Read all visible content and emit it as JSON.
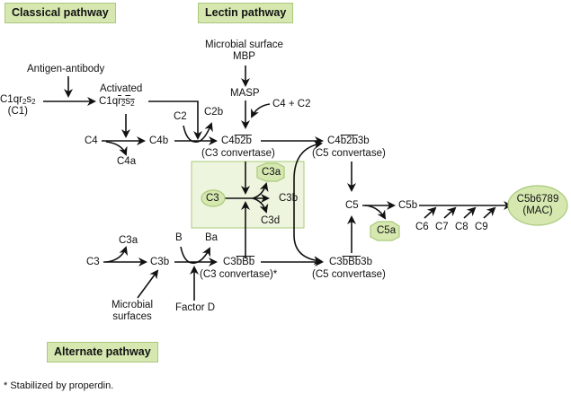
{
  "titles": {
    "classical": "Classical pathway",
    "lectin": "Lectin pathway",
    "alternate": "Alternate pathway"
  },
  "classical": {
    "antigen_antibody": "Antigen-antibody",
    "c1_main": "C1qr",
    "c1_sub1": "2",
    "c1_s": "s",
    "c1_sub2": "2",
    "c1_alias": "(C1)",
    "activated": "Activated",
    "act_prefix": "C1q",
    "act_r": "r",
    "act_sub1": "2",
    "act_s": "s",
    "act_sub2": "2",
    "c4": "C4",
    "c4a": "C4a",
    "c4b": "C4b",
    "c2": "C2",
    "c2b": "C2b"
  },
  "lectin": {
    "microbial_surface": "Microbial surface",
    "mbp": "MBP",
    "masp": "MASP",
    "c4_c2": "C4 + C2"
  },
  "convertases": {
    "c3_classical_prefix": "C4",
    "c3_classical_bar": "b2b",
    "c3_classical_label": "(C3 convertase)",
    "c5_classical_prefix": "C4",
    "c5_classical_bar": "b2b",
    "c5_classical_suffix": "3b",
    "c5_classical_label": "(C5 convertase)",
    "c3_alt_prefix": "C3",
    "c3_alt_bar": "bBb",
    "c3_alt_label": "(C3 convertase)*",
    "c5_alt_prefix": "C3",
    "c5_alt_bar": "bBb",
    "c5_alt_suffix": "3b",
    "c5_alt_label": "(C5 convertase)"
  },
  "c3_cleavage": {
    "c3": "C3",
    "c3a": "C3a",
    "c3b": "C3b",
    "c3d": "C3d"
  },
  "terminal": {
    "c5": "C5",
    "c5a": "C5a",
    "c5b": "C5b",
    "c6": "C6",
    "c7": "C7",
    "c8": "C8",
    "c9": "C9",
    "mac_line1": "C5b6789",
    "mac_line2": "(MAC)"
  },
  "alternate": {
    "c3": "C3",
    "c3a": "C3a",
    "c3b": "C3b",
    "b": "B",
    "ba": "Ba",
    "microbial_surfaces_1": "Microbial",
    "microbial_surfaces_2": "surfaces",
    "factor_d": "Factor D"
  },
  "footnote": "* Stabilized by properdin.",
  "colors": {
    "green_fill": "#d6e8b0",
    "green_stroke": "#a9c97a",
    "panel_fill": "#eef5df",
    "arrow": "#111111"
  }
}
